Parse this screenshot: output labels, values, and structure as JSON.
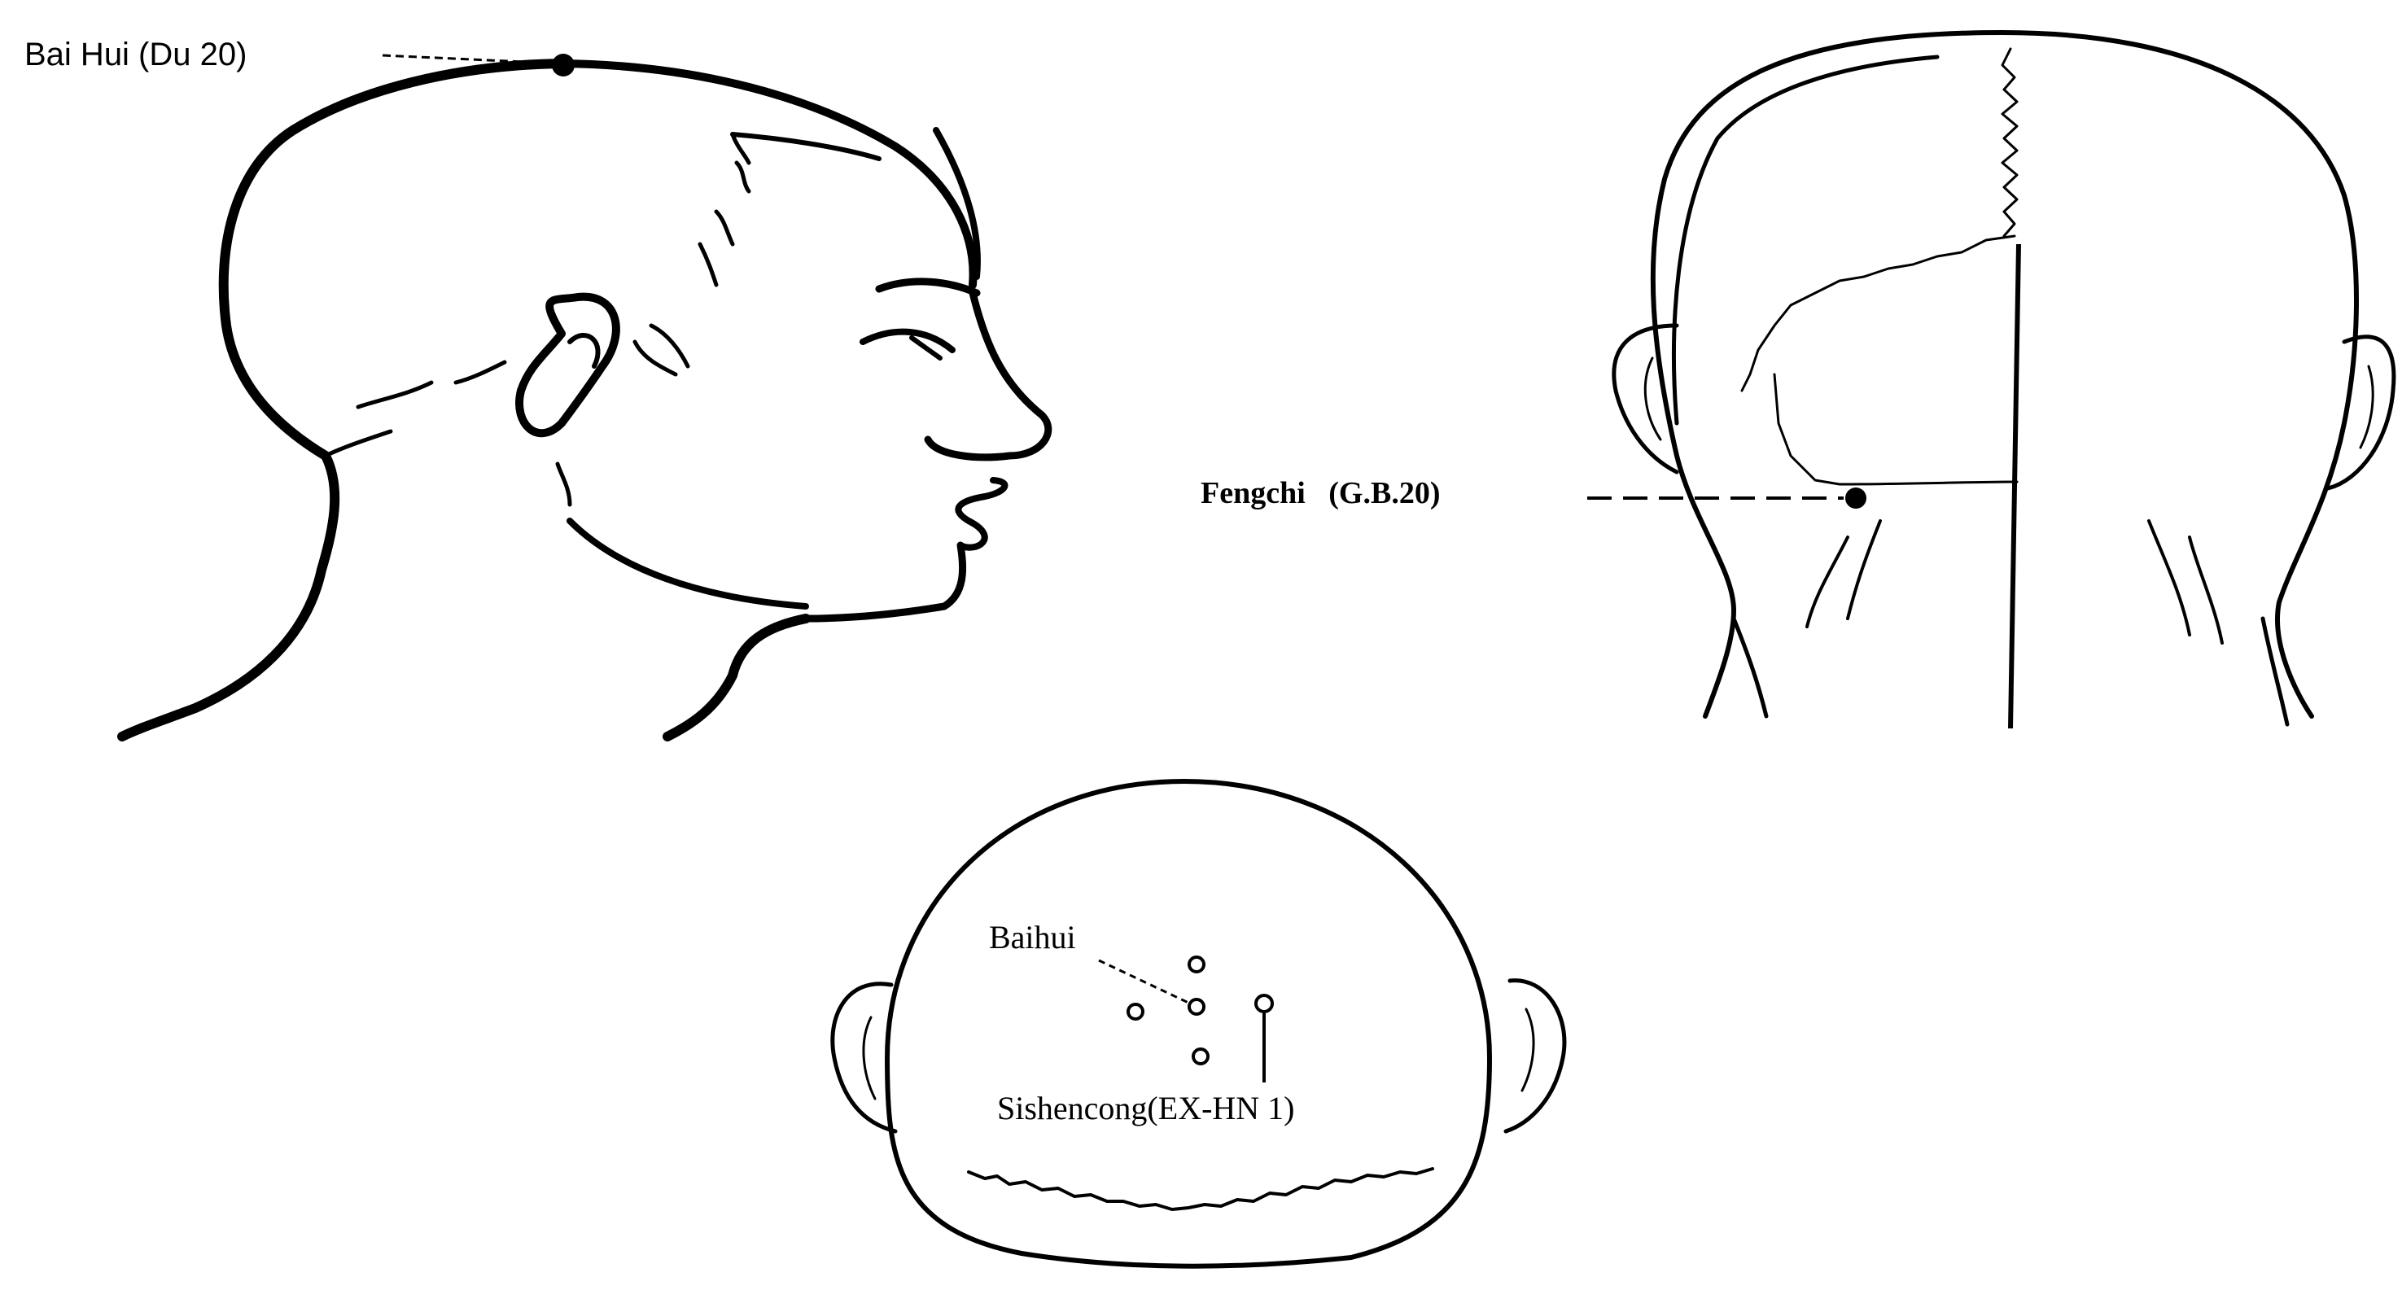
{
  "figures": {
    "side_view": {
      "point_label": "Bai Hui (Du 20)"
    },
    "back_view": {
      "point_label": "Fengchi   (G.B.20)"
    },
    "top_view": {
      "point_label_1": "Baihui",
      "point_label_2": "Sishencong(EX-HN 1)"
    }
  },
  "colors": {
    "ink": "#000000",
    "background": "#ffffff"
  }
}
